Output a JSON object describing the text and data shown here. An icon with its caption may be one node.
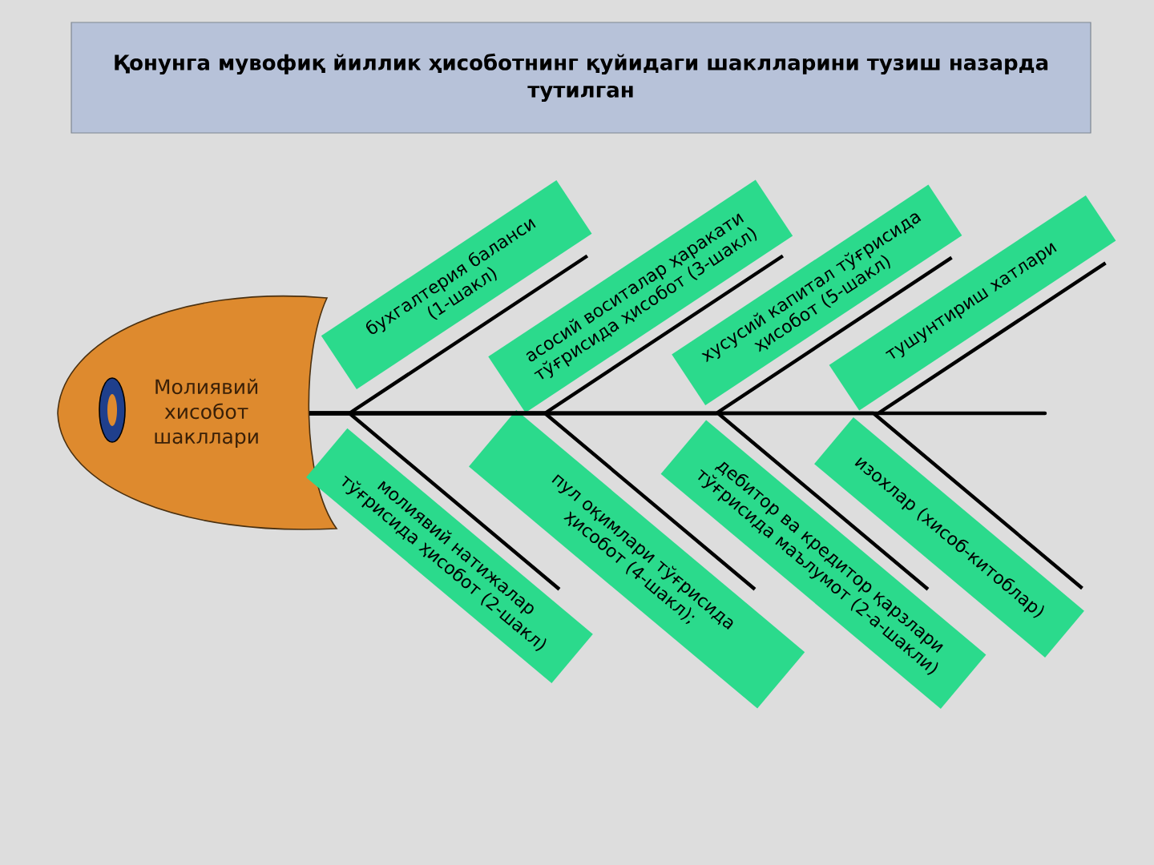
{
  "diagram": {
    "title": "Қонунга мувофиқ йиллик ҳисоботнинг қуйидаги шаклларини тузиш назарда тутилган",
    "nodes": [
      {
        "text": [
          "бухгалтерия баланси (1-шакл)"
        ]
      },
      {
        "text": [
          "асосий воситалар ҳаракати тўғрисида ҳисобот (3-шакл)"
        ]
      },
      {
        "text": [
          "хусусий капитал тўғрисида ҳисобот (5-шакл)"
        ]
      },
      {
        "text": [
          "тушунтириш хатлари"
        ]
      },
      {
        "text": [
          "Молиявий хисобот шакллари"
        ]
      },
      {
        "text": [
          "молиявий натижалар тўғрисида ҳисобот (2-шакл)"
        ]
      },
      {
        "text": [
          "пул оқимлари тўғрисида ҳисобот (4-шакл);"
        ]
      },
      {
        "text": [
          "дебитор ва кредитор қарзлари тўғрисида маълумот (2-а-шакли)"
        ]
      },
      {
        "text": [
          "изохлар (хисоб-китоблар)"
        ]
      }
    ],
    "edges": [
      {
        "from": 0,
        "to": 4,
        "arrow": "none"
      },
      {
        "from": 1,
        "to": 4,
        "arrow": "none"
      },
      {
        "from": 2,
        "to": 4,
        "arrow": "none"
      },
      {
        "from": 3,
        "to": 4,
        "arrow": "none"
      },
      {
        "from": 5,
        "to": 4,
        "arrow": "none"
      },
      {
        "from": 6,
        "to": 4,
        "arrow": "none"
      },
      {
        "from": 7,
        "to": 4,
        "arrow": "none"
      },
      {
        "from": 8,
        "to": 4,
        "arrow": "none"
      }
    ]
  }
}
